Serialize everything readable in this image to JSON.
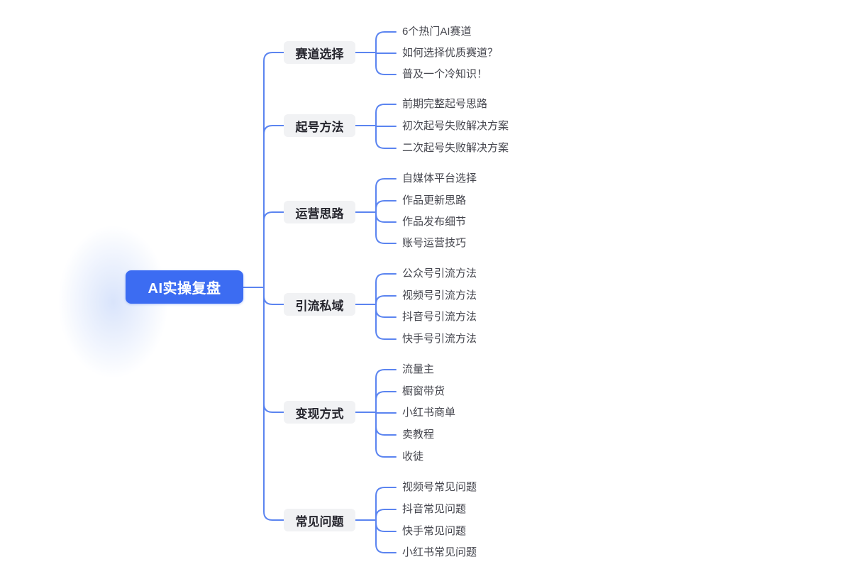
{
  "root": {
    "label": "AI实操复盘"
  },
  "branches": [
    {
      "label": "赛道选择",
      "children": [
        "6个热门AI赛道",
        "如何选择优质赛道？",
        "普及一个冷知识！"
      ]
    },
    {
      "label": "起号方法",
      "children": [
        "前期完整起号思路",
        "初次起号失败解决方案",
        "二次起号失败解决方案"
      ]
    },
    {
      "label": "运营思路",
      "children": [
        "自媒体平台选择",
        "作品更新思路",
        "作品发布细节",
        "账号运营技巧"
      ]
    },
    {
      "label": "引流私域",
      "children": [
        "公众号引流方法",
        "视频号引流方法",
        "抖音号引流方法",
        "快手号引流方法"
      ]
    },
    {
      "label": "变现方式",
      "children": [
        "流量主",
        "橱窗带货",
        "小红书商单",
        "卖教程",
        "收徒"
      ]
    },
    {
      "label": "常见问题",
      "children": [
        "视频号常见问题",
        "抖音常见问题",
        "快手常见问题",
        "小红书常见问题"
      ]
    }
  ],
  "colors": {
    "root_bg": "#3c6cf2",
    "root_text": "#ffffff",
    "branch_bg": "#f1f2f4",
    "branch_text": "#26262e",
    "leaf_text": "#45464e",
    "line": "#5b84f0"
  }
}
